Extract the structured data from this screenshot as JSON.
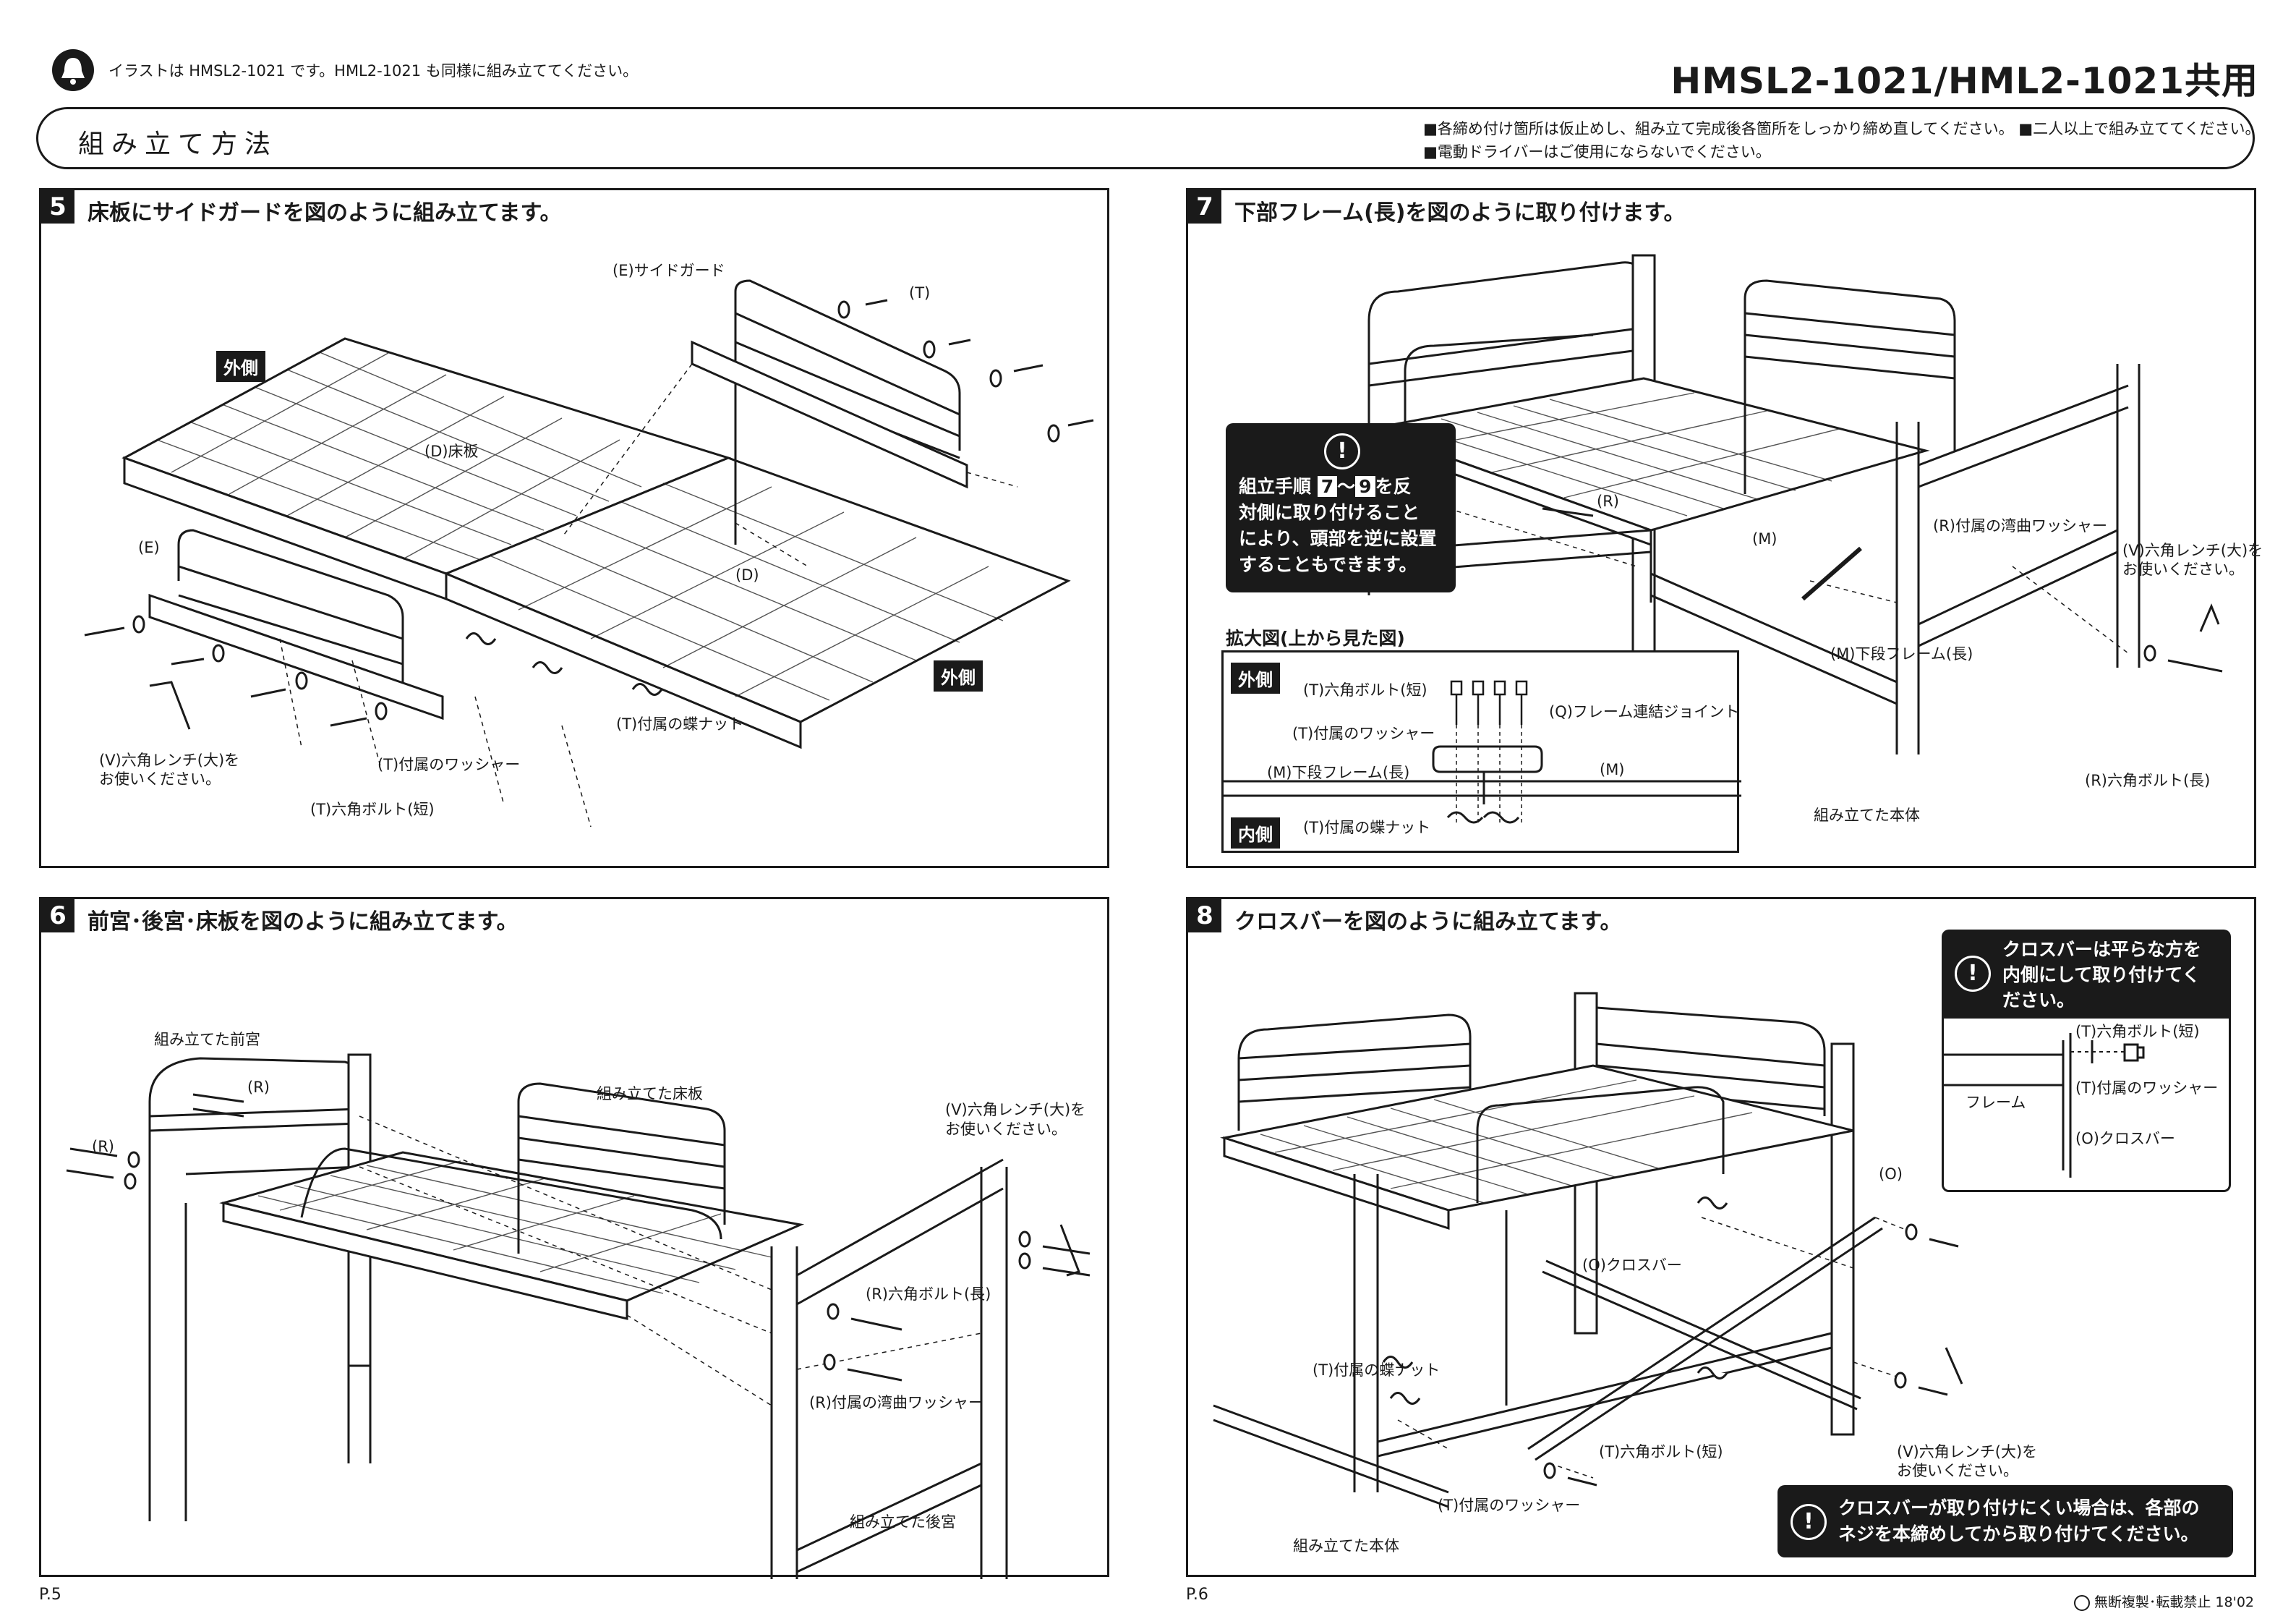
{
  "header": {
    "note": "イラストは HMSL2-1021 です。HML2-1021 も同様に組み立ててください。",
    "title": "HMSL2-1021/HML2-1021共用",
    "section": "組み立て方法",
    "notes_line1": "■各締め付け箇所は仮止めし、組み立て完成後各箇所をしっかり締め直してください。 ■二人以上で組み立ててください。",
    "notes_line2": "■電動ドライバーはご使用にならないでください。"
  },
  "step5": {
    "num": "5",
    "title": "床板にサイドガードを図のように組み立てます。",
    "side_guard": "(E)サイドガード",
    "t_top": "(T)",
    "outer1": "外側",
    "floor": "(D)床板",
    "e": "(E)",
    "d": "(D)",
    "outer2": "外側",
    "wrench_1": "(V)六角レンチ(大)を",
    "wrench_2": "お使いください。",
    "washer": "(T)付属のワッシャー",
    "bolt": "(T)六角ボルト(短)",
    "nut": "(T)付属の蝶ナット"
  },
  "step6": {
    "num": "6",
    "title": "前宮･後宮･床板を図のように組み立てます。",
    "front": "組み立てた前宮",
    "r1": "(R)",
    "r2": "(R)",
    "floor": "組み立てた床板",
    "wrench_1": "(V)六角レンチ(大)を",
    "wrench_2": "お使いください。",
    "bolt_long": "(R)六角ボルト(長)",
    "curved_washer": "(R)付属の湾曲ワッシャー",
    "back": "組み立てた後宮"
  },
  "step7": {
    "num": "7",
    "title": "下部フレーム(長)を図のように取り付けます。",
    "warn_1": "組立手順",
    "warn_n1": "7",
    "warn_tilde": "～",
    "warn_n2": "9",
    "warn_2": "を反",
    "warn_3": "対側に取り付けること",
    "warn_4": "により、頭部を逆に設置",
    "warn_5": "することもできます。",
    "r": "(R)",
    "m": "(M)",
    "curved_washer": "(R)付属の湾曲ワッシャー",
    "wrench_1": "(V)六角レンチ(大)を",
    "wrench_2": "お使いください。",
    "lower_frame": "(M)下段フレーム(長)",
    "bolt_long": "(R)六角ボルト(長)",
    "assembled": "組み立てた本体",
    "zoom_title": "拡大図(上から見た図)",
    "zoom_outer": "外側",
    "zoom_bolt": "(T)六角ボルト(短)",
    "zoom_washer": "(T)付属のワッシャー",
    "zoom_joint": "(Q)フレーム連結ジョイント",
    "zoom_frame": "(M)下段フレーム(長)",
    "zoom_m": "(M)",
    "zoom_inner": "内側",
    "zoom_nut": "(T)付属の蝶ナット"
  },
  "step8": {
    "num": "8",
    "title": "クロスバーを図のように組み立てます。",
    "tip_1": "クロスバーは平らな方を",
    "tip_2": "内側にして取り付けてく",
    "tip_3": "ださい。",
    "tip_bolt": "(T)六角ボルト(短)",
    "tip_frame": "フレーム",
    "tip_washer": "(T)付属のワッシャー",
    "tip_crossbar": "(O)クロスバー",
    "o": "(O)",
    "crossbar": "(O)クロスバー",
    "nut": "(T)付属の蝶ナット",
    "bolt": "(T)六角ボルト(短)",
    "washer": "(T)付属のワッシャー",
    "wrench_1": "(V)六角レンチ(大)を",
    "wrench_2": "お使いください。",
    "assembled": "組み立てた本体",
    "warn_1": "クロスバーが取り付けにくい場合は、各部の",
    "warn_2": "ネジを本締めしてから取り付けてください。"
  },
  "footer": {
    "p5": "P.5",
    "p6": "P.6",
    "copyright": "無断複製･転載禁止  18'02"
  }
}
